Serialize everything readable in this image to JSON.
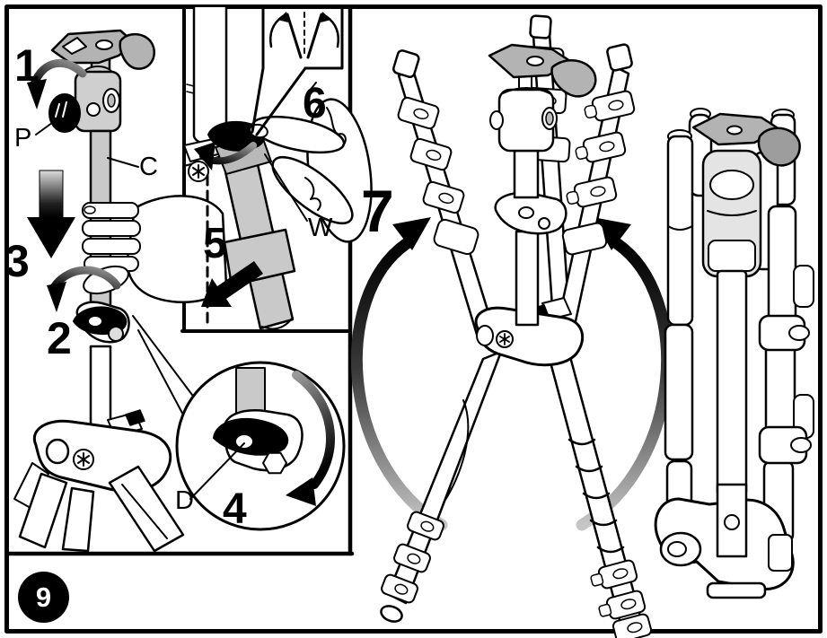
{
  "figure_number": "9",
  "steps": {
    "step1": "1",
    "step2": "2",
    "step3": "3",
    "step4": "4",
    "step5": "5",
    "step6": "6",
    "step7": "7"
  },
  "part_labels": {
    "P": "P",
    "C": "C",
    "W": "W",
    "D": "D"
  },
  "colors": {
    "line": "#000000",
    "background": "#ffffff",
    "metal_gray": "#c9c9c9",
    "plate_gray": "#b3b3b3",
    "head_gray": "#e4e4e4"
  }
}
